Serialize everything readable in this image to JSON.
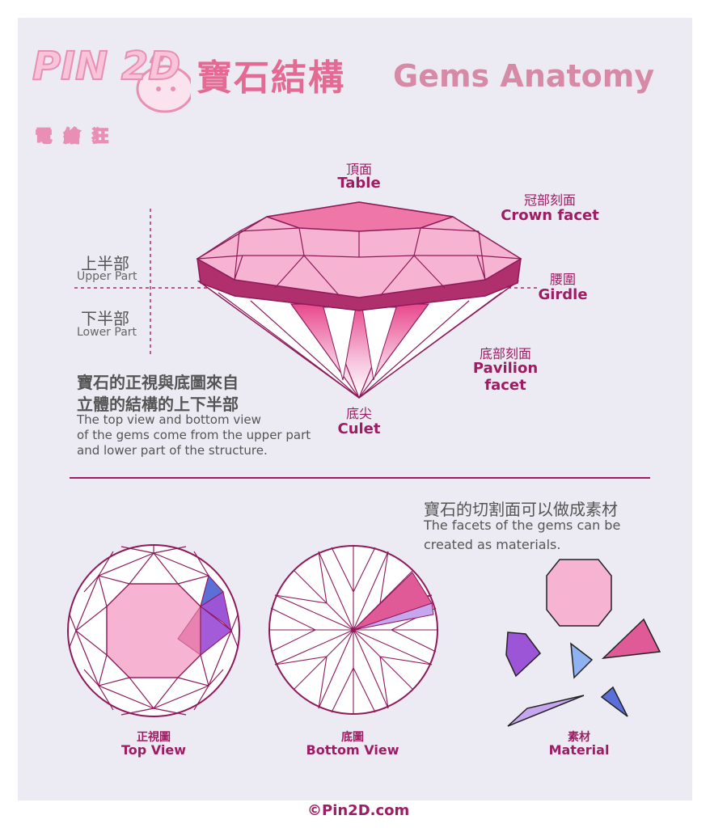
{
  "logo": {
    "main": "PIN 2D",
    "sub": "電 繪 狂"
  },
  "title": {
    "zh": "寶石結構",
    "en": "Gems Anatomy"
  },
  "labels": {
    "table": {
      "zh": "頂面",
      "en": "Table"
    },
    "crown": {
      "zh": "冠部刻面",
      "en": "Crown facet"
    },
    "girdle": {
      "zh": "腰圍",
      "en": "Girdle"
    },
    "pavilion": {
      "zh": "底部刻面",
      "en": "Pavilion facet"
    },
    "culet": {
      "zh": "底尖",
      "en": "Culet"
    },
    "upper": {
      "zh": "上半部",
      "en": "Upper Part"
    },
    "lower": {
      "zh": "下半部",
      "en": "Lower Part"
    }
  },
  "note1": {
    "zh1": "寶石的正視與底圖來自",
    "zh2": "立體的結構的上下半部",
    "en1": "The top view and bottom view",
    "en2": "of the gems come from the upper part",
    "en3": "and lower part of the structure."
  },
  "note2": {
    "zh": "寶石的切割面可以做成素材",
    "en1": "The facets of the gems can be",
    "en2": "created as materials."
  },
  "captions": {
    "top": {
      "zh": "正視圖",
      "en": "Top View"
    },
    "bottom": {
      "zh": "底圖",
      "en": "Bottom View"
    },
    "material": {
      "zh": "素材",
      "en": "Material"
    }
  },
  "footer": "©Pin2D.com",
  "colors": {
    "line": "#8e1a5a",
    "table": "#ef77a8",
    "crown": "#f7b4d2",
    "girdle": "#b0306e",
    "purple": "#9c55d6",
    "lavender": "#c6a6ee",
    "blue": "#5b6fd8",
    "skyblue": "#8fb2f0",
    "pink": "#e05a97"
  }
}
